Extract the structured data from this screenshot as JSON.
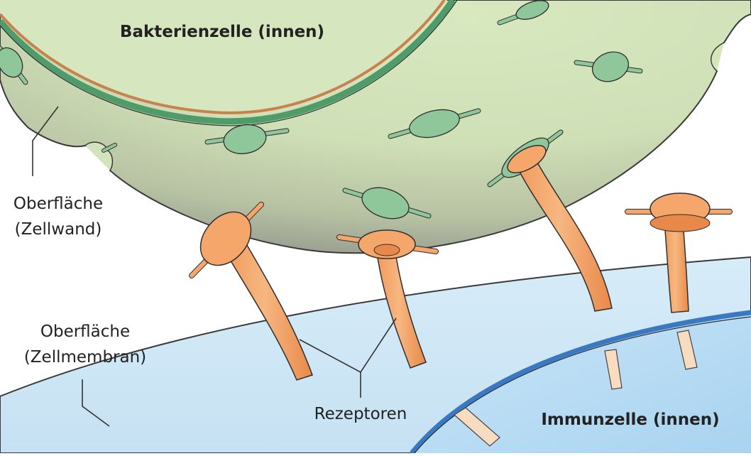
{
  "labels": {
    "bacterium_inside": "Bakterienzelle (innen)",
    "surface_wall_line1": "Oberfläche",
    "surface_wall_line2": "(Zellwand)",
    "surface_membrane_line1": "Oberfläche",
    "surface_membrane_line2": "(Zellmembran)",
    "receptors": "Rezeptoren",
    "immune_inside": "Immunzelle (innen)"
  },
  "colors": {
    "bacterium_fill": "#d5e6bd",
    "bacterium_shade": "#a6ad98",
    "bacterium_membrane": "#4f9b6a",
    "bacterium_inner_line": "#c9824e",
    "antigen": "#8fc79a",
    "immune_outer": "#cfe7f6",
    "immune_inner": "#bfe0f6",
    "immune_membrane": "#3a78c2",
    "receptor": "#f4a66b",
    "receptor_light": "#f7ddc4"
  }
}
